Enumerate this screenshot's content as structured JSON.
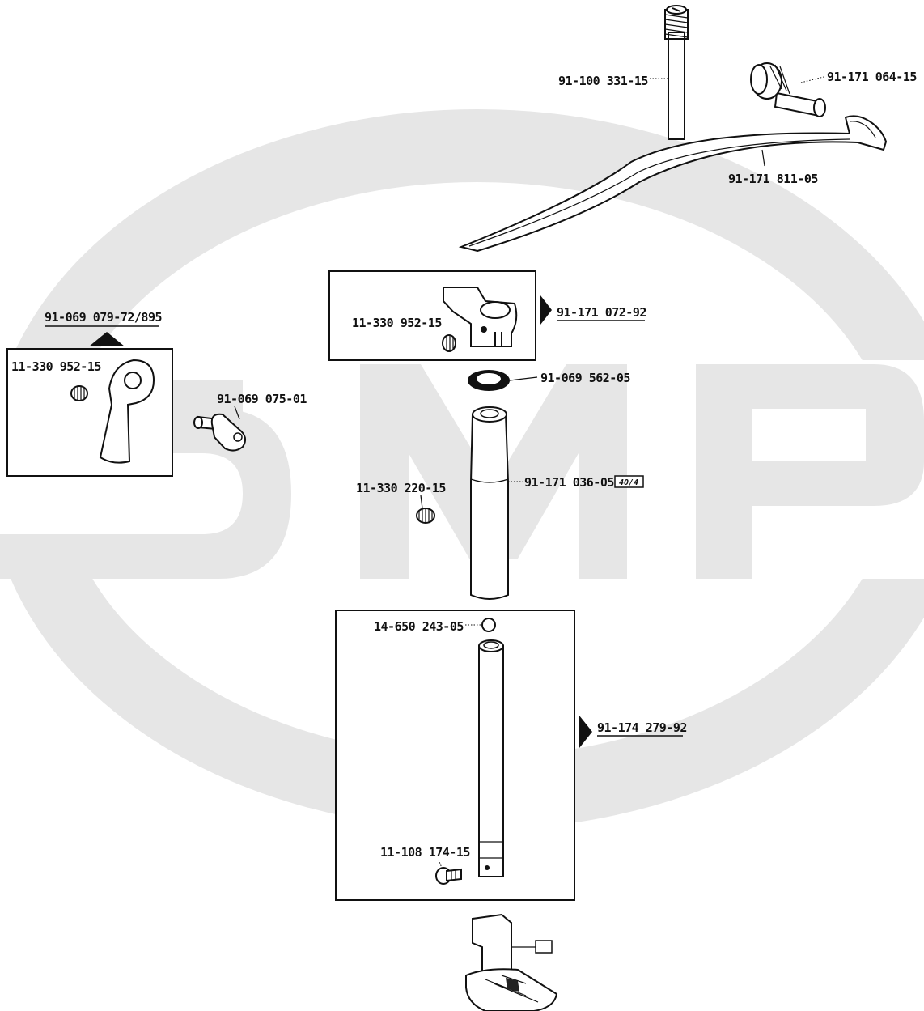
{
  "watermark": {
    "text": "SMP",
    "color": "#e6e6e6"
  },
  "colors": {
    "ink": "#111111",
    "background": "#ffffff"
  },
  "labels": {
    "screw_rod": "91-100 331-15",
    "plunger": "91-171 064-15",
    "lever_arm": "91-171 811-05",
    "group_top_ref": "91-171 072-92",
    "group_top_screw": "11-330 952-15",
    "group_left_ref": "91-069 079-72/895",
    "group_left_screw": "11-330 952-15",
    "crank_pin": "91-069 075-01",
    "washer": "91-069 562-05",
    "bushing": "91-171 036-05",
    "bushing_badge": "40/4",
    "set_screw": "11-330 220-15",
    "ball": "14-650 243-05",
    "group_bottom_ref": "91-174 279-92",
    "bar_screw": "11-108 174-15"
  }
}
